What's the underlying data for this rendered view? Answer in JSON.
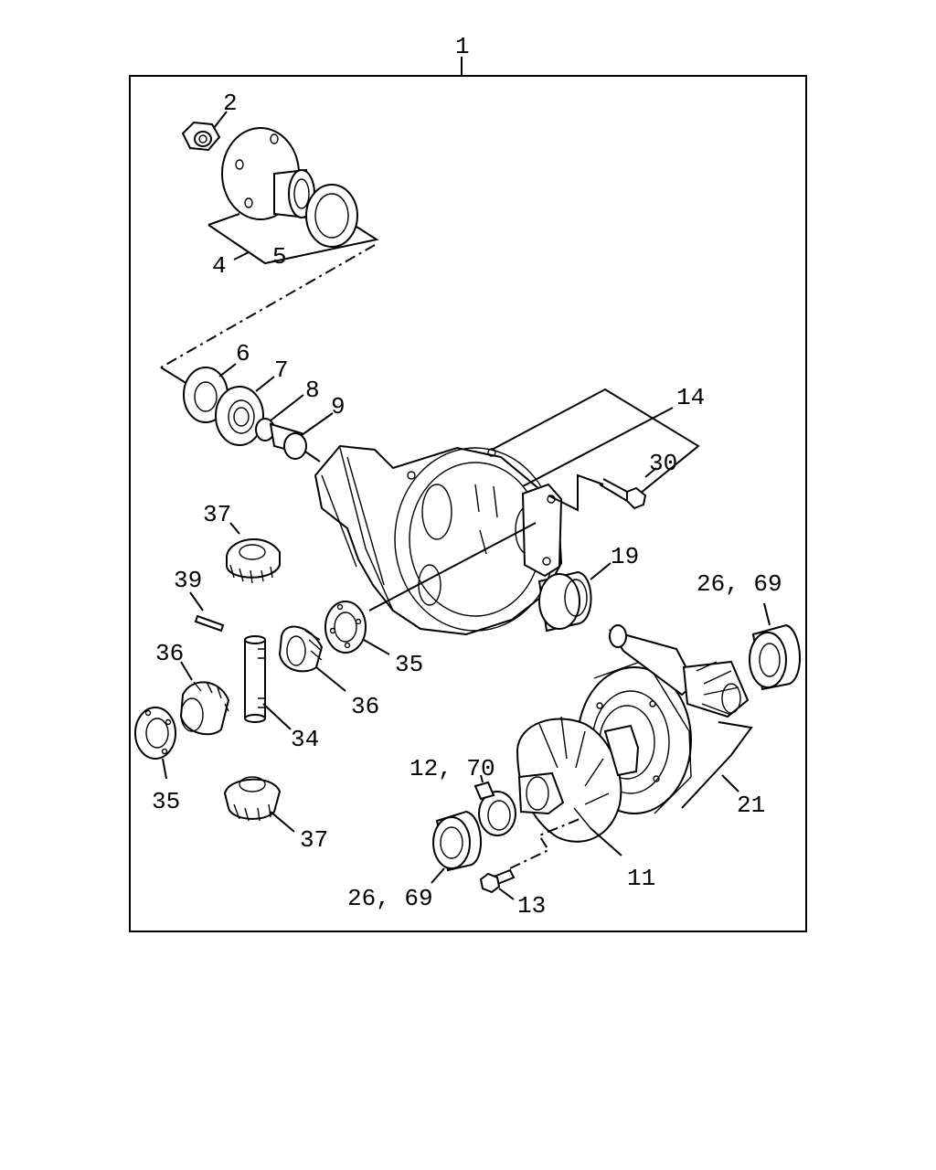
{
  "labels": {
    "l1": "1",
    "l2": "2",
    "l4": "4",
    "l5": "5",
    "l6": "6",
    "l7": "7",
    "l8": "8",
    "l9": "9",
    "l14": "14",
    "l30": "30",
    "l19": "19",
    "l37a": "37",
    "l39": "39",
    "l35a": "35",
    "l36a": "36",
    "l36b": "36",
    "l34": "34",
    "l35b": "35",
    "l2669a": "26, 69",
    "l21": "21",
    "l1270": "12, 70",
    "l11": "11",
    "l37b": "37",
    "l2669b": "26, 69",
    "l13": "13"
  }
}
